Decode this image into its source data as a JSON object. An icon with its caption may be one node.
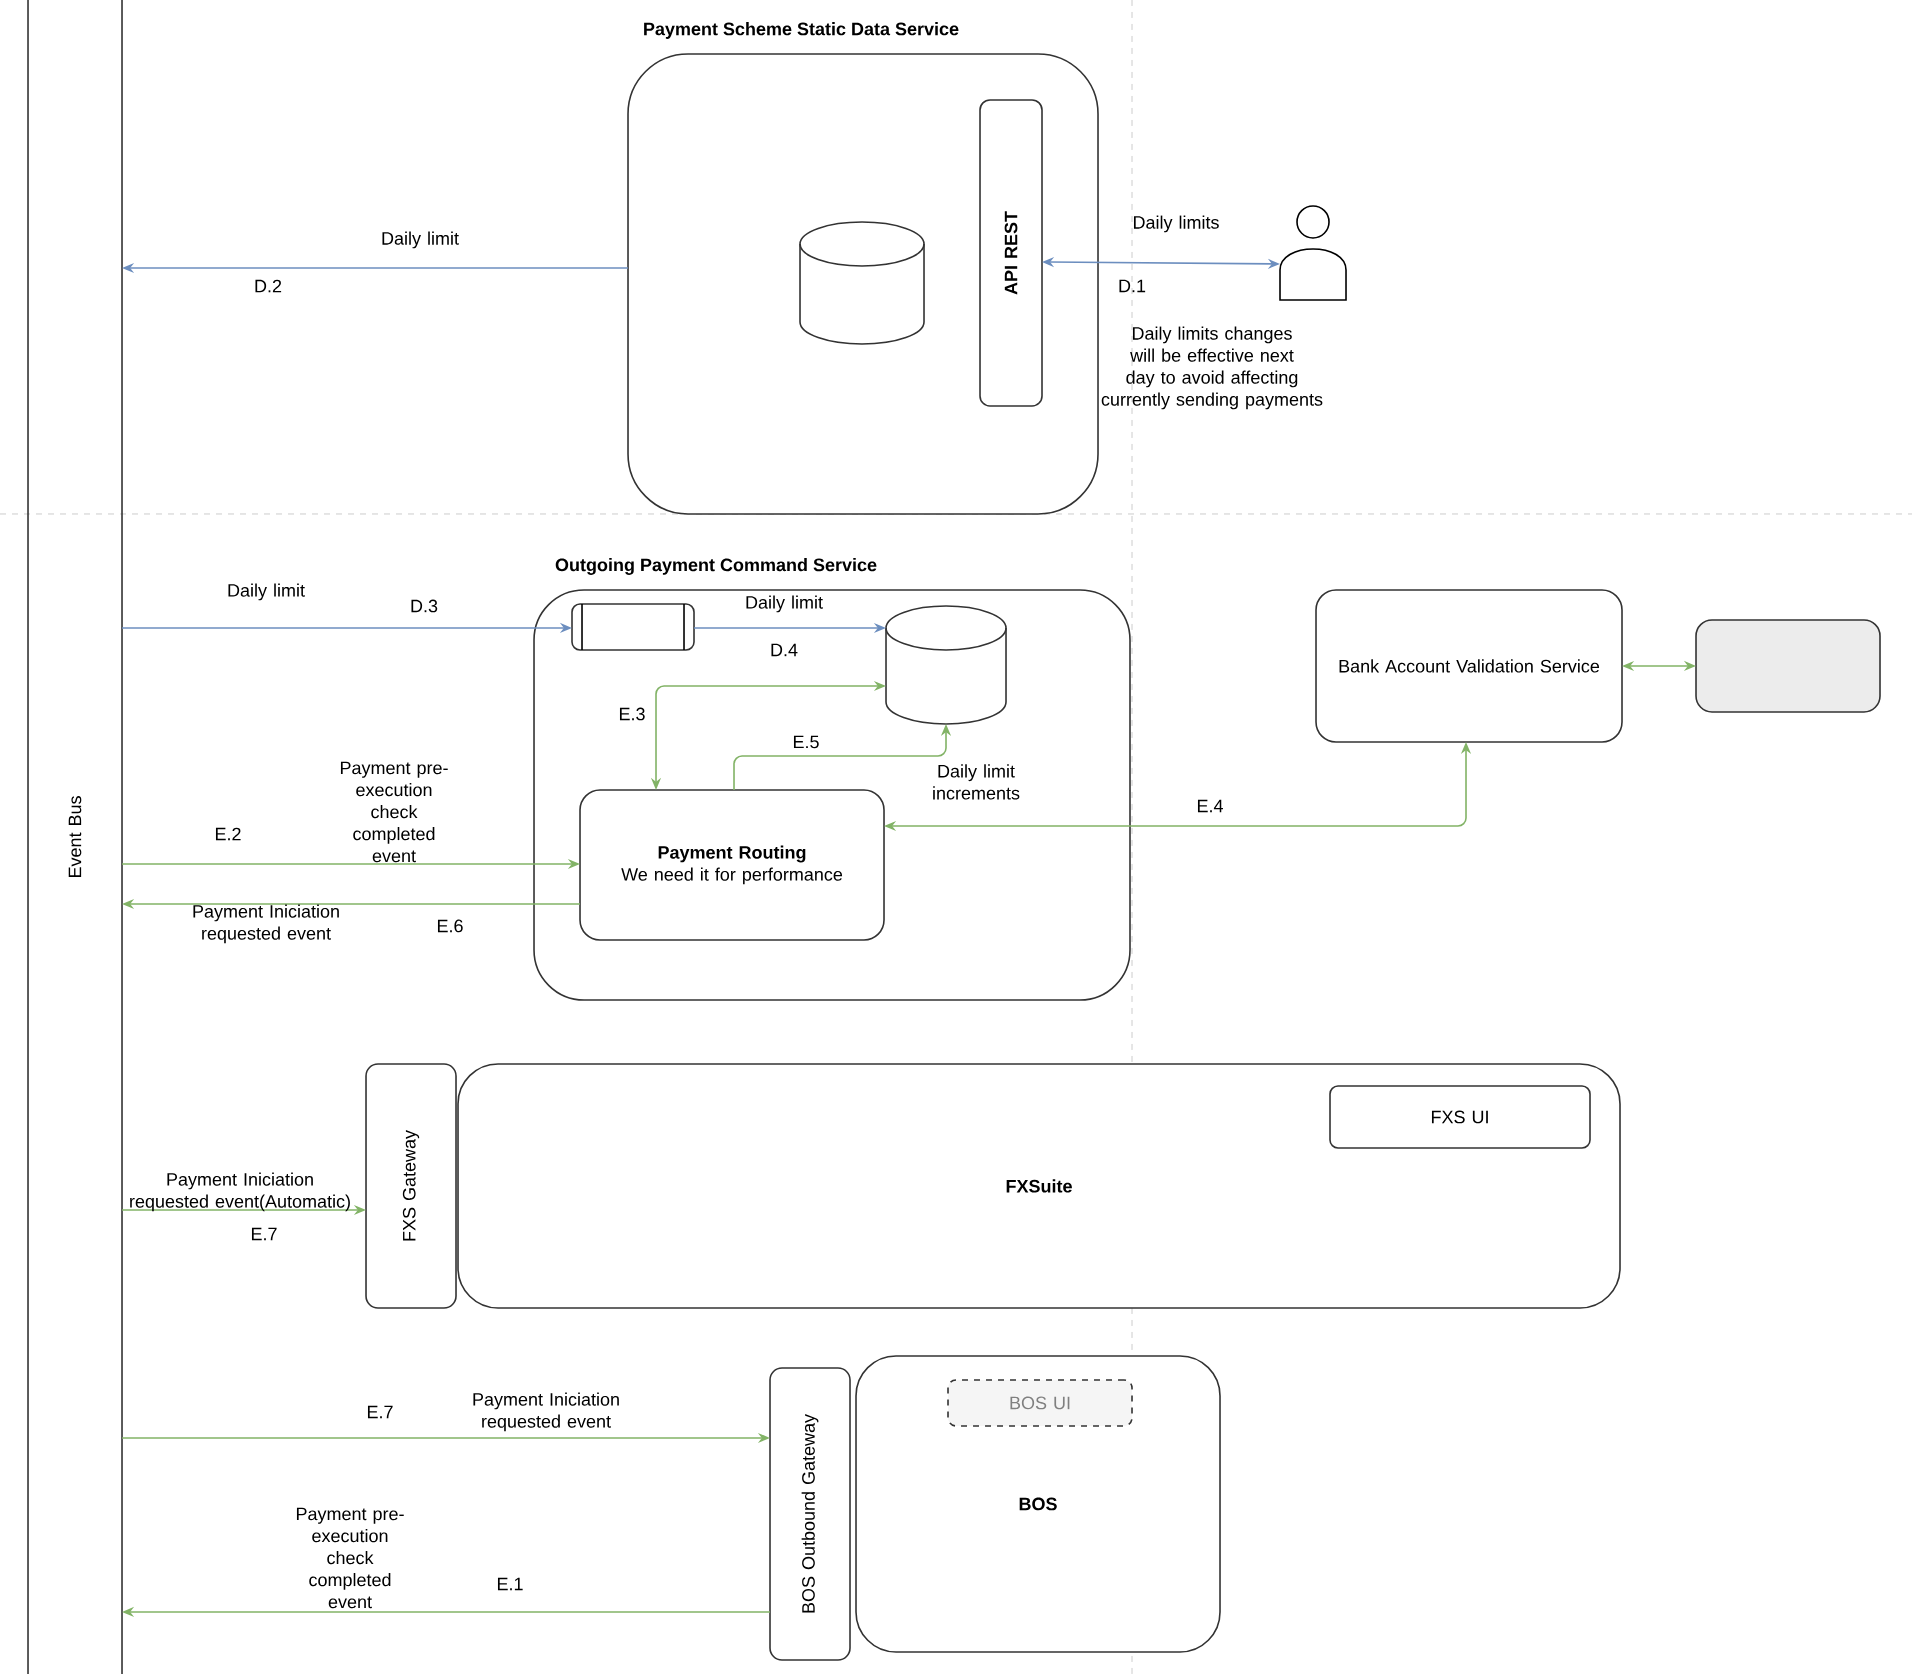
{
  "diagram": {
    "nodes": [
      {
        "text": [
          "Event Bus"
        ]
      },
      {
        "text": [
          "Payment Scheme Static Data Service"
        ]
      },
      {
        "text": [],
        "shape": "cylinder",
        "in": 1
      },
      {
        "text": [
          "API REST"
        ],
        "in": 1
      },
      {
        "text": [],
        "shape": "person"
      },
      {
        "text": [
          "Outgoing Payment Command Service"
        ]
      },
      {
        "text": [],
        "shape": "box",
        "in": 5
      },
      {
        "text": [],
        "shape": "cylinder",
        "in": 5
      },
      {
        "text": [
          "Payment Routing",
          "We need it for performance"
        ],
        "in": 5
      },
      {
        "text": [
          "Bank Account Validation Service"
        ]
      },
      {
        "text": [],
        "shape": "box"
      },
      {
        "text": [
          "FXS Gateway"
        ]
      },
      {
        "text": [
          "FXSuite"
        ]
      },
      {
        "text": [
          "FXS UI"
        ],
        "in": 12
      },
      {
        "text": [
          "BOS Outbound Gateway"
        ]
      },
      {
        "text": [
          "BOS"
        ]
      },
      {
        "text": [
          "BOS UI"
        ],
        "in": 15
      }
    ],
    "edges": [
      {
        "from": 1,
        "to": 0,
        "arrow": "to",
        "label": "Daily limit",
        "color": "#6c8ebf"
      },
      {
        "from": 3,
        "to": 4,
        "arrow": "both",
        "label": "Daily limits",
        "color": "#6c8ebf"
      },
      {
        "from": 0,
        "to": 6,
        "arrow": "to",
        "label": "Daily limit",
        "color": "#6c8ebf"
      },
      {
        "from": 6,
        "to": 7,
        "arrow": "to",
        "label": "Daily limit",
        "color": "#6c8ebf"
      },
      {
        "from": 8,
        "to": 7,
        "arrow": "both"
      },
      {
        "from": 8,
        "to": 7,
        "arrow": "to",
        "label": "Daily limit increments"
      },
      {
        "from": 8,
        "to": 9,
        "arrow": "both"
      },
      {
        "from": 0,
        "to": 8,
        "arrow": "to",
        "label": "Payment pre-execution check completed event"
      },
      {
        "from": 8,
        "to": 0,
        "arrow": "to",
        "label": "Payment Iniciation requested event"
      },
      {
        "from": 9,
        "to": 10,
        "arrow": "both"
      },
      {
        "from": 0,
        "to": 11,
        "arrow": "to",
        "label": "Payment Iniciation requested event(Automatic)"
      },
      {
        "from": 0,
        "to": 14,
        "arrow": "to",
        "label": "Payment Iniciation requested event"
      },
      {
        "from": 14,
        "to": 0,
        "arrow": "to",
        "label": "Payment pre-execution check completed event"
      }
    ],
    "labels": [
      "D.2",
      "D.1",
      "Daily limits changes will be effective next day to avoid affecting currently sending payments",
      "D.3",
      "D.4",
      "E.3",
      "E.5",
      "E.4",
      "E.2",
      "E.6",
      "E.7",
      "E.7",
      "E.1"
    ]
  }
}
